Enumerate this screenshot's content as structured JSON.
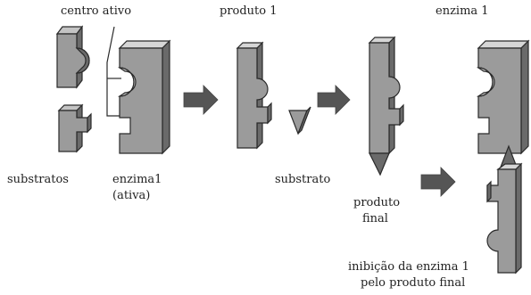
{
  "labels": {
    "centro_ativo": "centro ativo",
    "produto_1": "produto 1",
    "enzima_1_top": "enzima 1",
    "substratos": "substratos",
    "enzima1_ativa_line1": "enzima1",
    "enzima1_ativa_line2": "(ativa)",
    "substrato": "substrato",
    "produto_final_line1": "produto",
    "produto_final_line2": "final",
    "inibicao_line1": "inibição da enzima 1",
    "inibicao_line2": "pelo produto final"
  },
  "colors": {
    "piece_fill": "#9b9b9b",
    "piece_light": "#c4c4c4",
    "piece_dark": "#6a6a6a",
    "outline": "#2a2a2a",
    "arrow": "#555555"
  }
}
